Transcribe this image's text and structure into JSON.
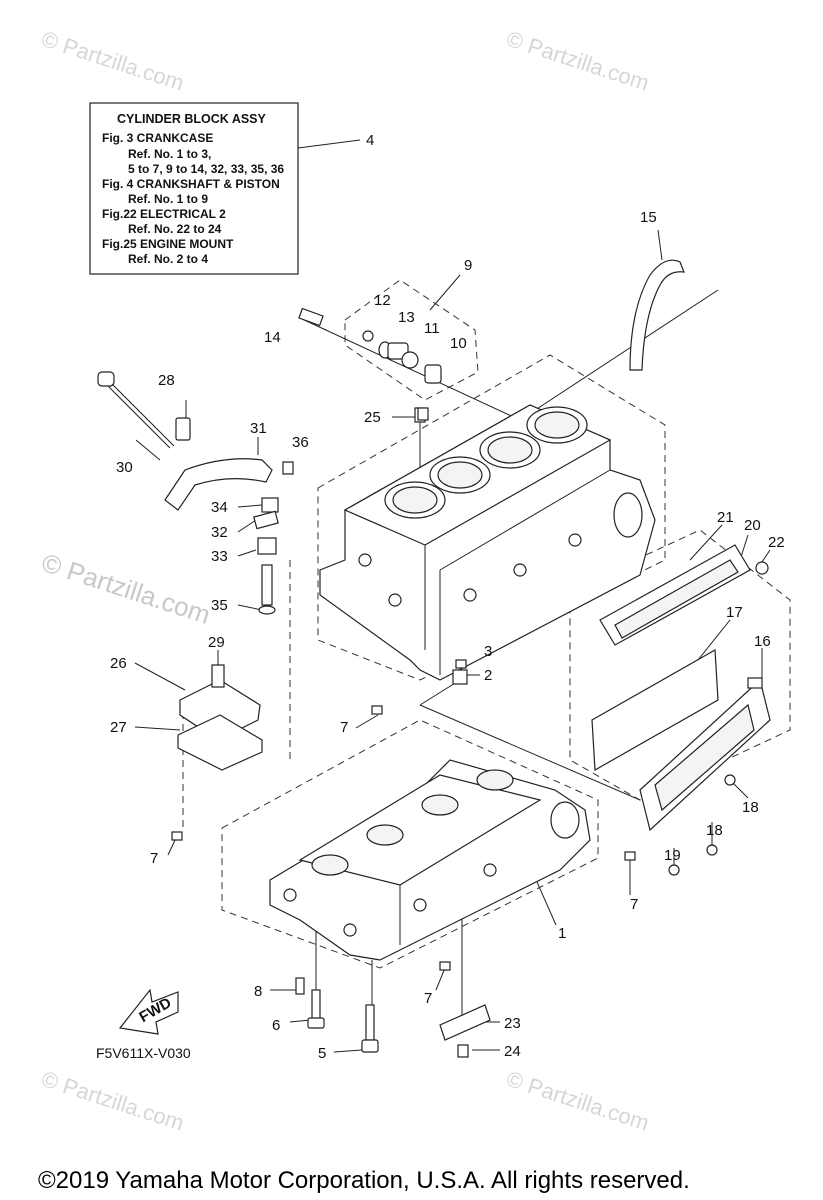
{
  "reference_box": {
    "title": "CYLINDER BLOCK ASSY",
    "lines": [
      "Fig.  3 CRANKCASE",
      "Ref. No. 1 to 3,",
      "5 to 7, 9 to 14, 32, 33, 35, 36",
      "Fig.  4 CRANKSHAFT & PISTON",
      "Ref. No. 1 to 9",
      "Fig.22 ELECTRICAL 2",
      "Ref. No. 22 to 24",
      "Fig.25 ENGINE MOUNT",
      "Ref. No. 2 to 4"
    ]
  },
  "callouts": [
    "4",
    "15",
    "9",
    "12",
    "13",
    "11",
    "10",
    "14",
    "28",
    "25",
    "31",
    "36",
    "30",
    "34",
    "32",
    "33",
    "21",
    "20",
    "22",
    "35",
    "17",
    "16",
    "3",
    "2",
    "29",
    "26",
    "27",
    "7",
    "18",
    "18",
    "19",
    "7",
    "7",
    "1",
    "8",
    "7",
    "6",
    "23",
    "5",
    "24"
  ],
  "fwd_label": "FWD",
  "diagram_code": "F5V611X-V030",
  "watermark": "© Partzilla.com",
  "copyright": "©2019  Yamaha Motor Corporation, U.S.A. All rights reserved."
}
